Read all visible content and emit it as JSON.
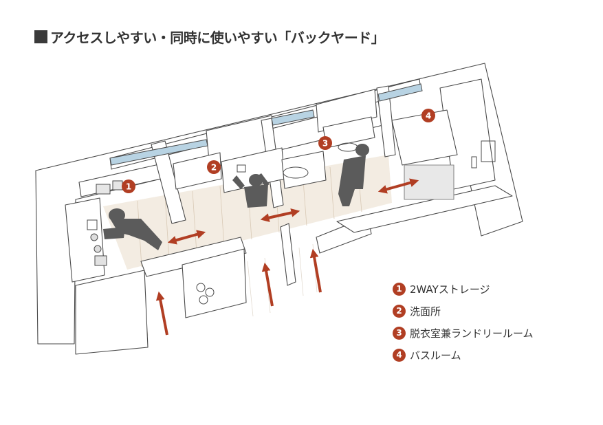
{
  "title": "アクセスしやすい・同時に使いやすい「バックヤード」",
  "legend": [
    {
      "num": "1",
      "label": "2WAYストレージ"
    },
    {
      "num": "2",
      "label": "洗面所"
    },
    {
      "num": "3",
      "label": "脱衣室兼ランドリールーム"
    },
    {
      "num": "4",
      "label": "バスルーム"
    }
  ],
  "colors": {
    "accent": "#b13e23",
    "figure": "#5b5b5b",
    "floor": "#f3ece2",
    "window": "#b8d3e3"
  }
}
